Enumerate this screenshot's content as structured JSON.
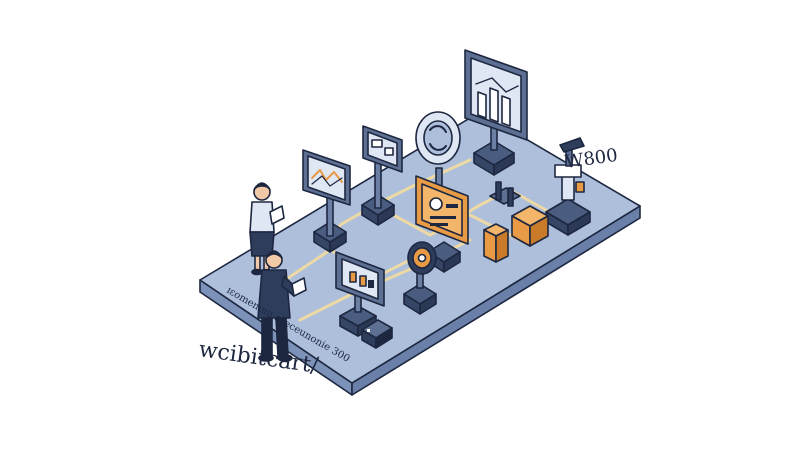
{
  "labels": {
    "top_right": "W800",
    "board_edge": "ɪɛomemnu sxeceunonie 300",
    "bottom_left": "wcibitcart/",
    "device_screen": "—-- ▭ ▭"
  },
  "colors": {
    "background": "#ffffff",
    "board_top": "#aebfdc",
    "board_side": "#7d92b8",
    "outline": "#1d2740",
    "navy": "#2e3d5c",
    "slate": "#5d6f92",
    "orange": "#e89a45",
    "gold_path": "#ecd9a4",
    "screen_light": "#dfe7f4",
    "skin": "#f2c9a6"
  },
  "icons": [
    "chart-monitor-icon",
    "device-monitor-icon",
    "trend-monitor-icon",
    "refresh-cycle-icon",
    "settings-panel-icon",
    "bar-chart-monitor-icon",
    "workflow-monitor-icon",
    "gear-lens-icon",
    "server-block-icon",
    "robot-arm-icon"
  ]
}
